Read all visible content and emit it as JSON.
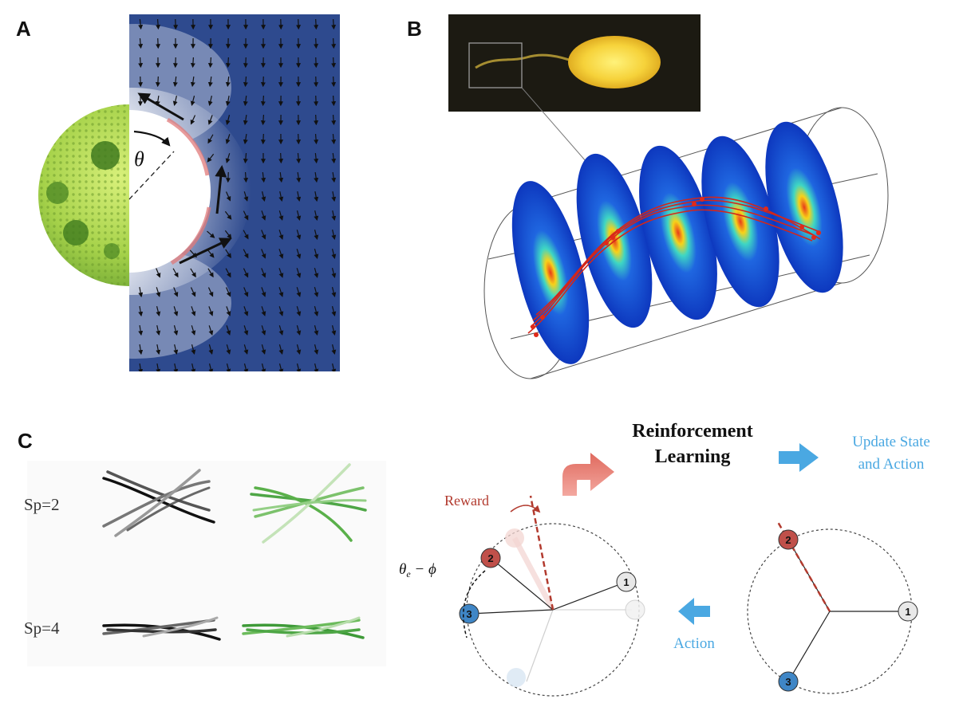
{
  "panels": {
    "a": {
      "label": "A",
      "angle_symbol": "θ"
    },
    "b": {
      "label": "B"
    },
    "c": {
      "label": "C",
      "sp_rows": [
        {
          "label": "Sp=2"
        },
        {
          "label": "Sp=4"
        }
      ],
      "rl_title_line1": "Reinforcement",
      "rl_title_line2": "Learning",
      "update_line1": "Update State",
      "update_line2": "and Action",
      "reward_label": "Reward",
      "action_label": "Action",
      "angle_label": "θ",
      "angle_sub": "e",
      "angle_rest": " − ϕ",
      "left_nodes": [
        "1",
        "2",
        "3"
      ],
      "right_nodes": [
        "1",
        "2",
        "3"
      ]
    }
  },
  "colors": {
    "flow_bg": "#2e4a8e",
    "reward": "#b23a2e",
    "accent_blue": "#4aa8e2",
    "node_red": "#c0504a",
    "node_blue": "#3f86c6",
    "node_grey": "#e8e8e8",
    "green": "#5ab04a",
    "cell_yellow": "#f3cf3a"
  }
}
